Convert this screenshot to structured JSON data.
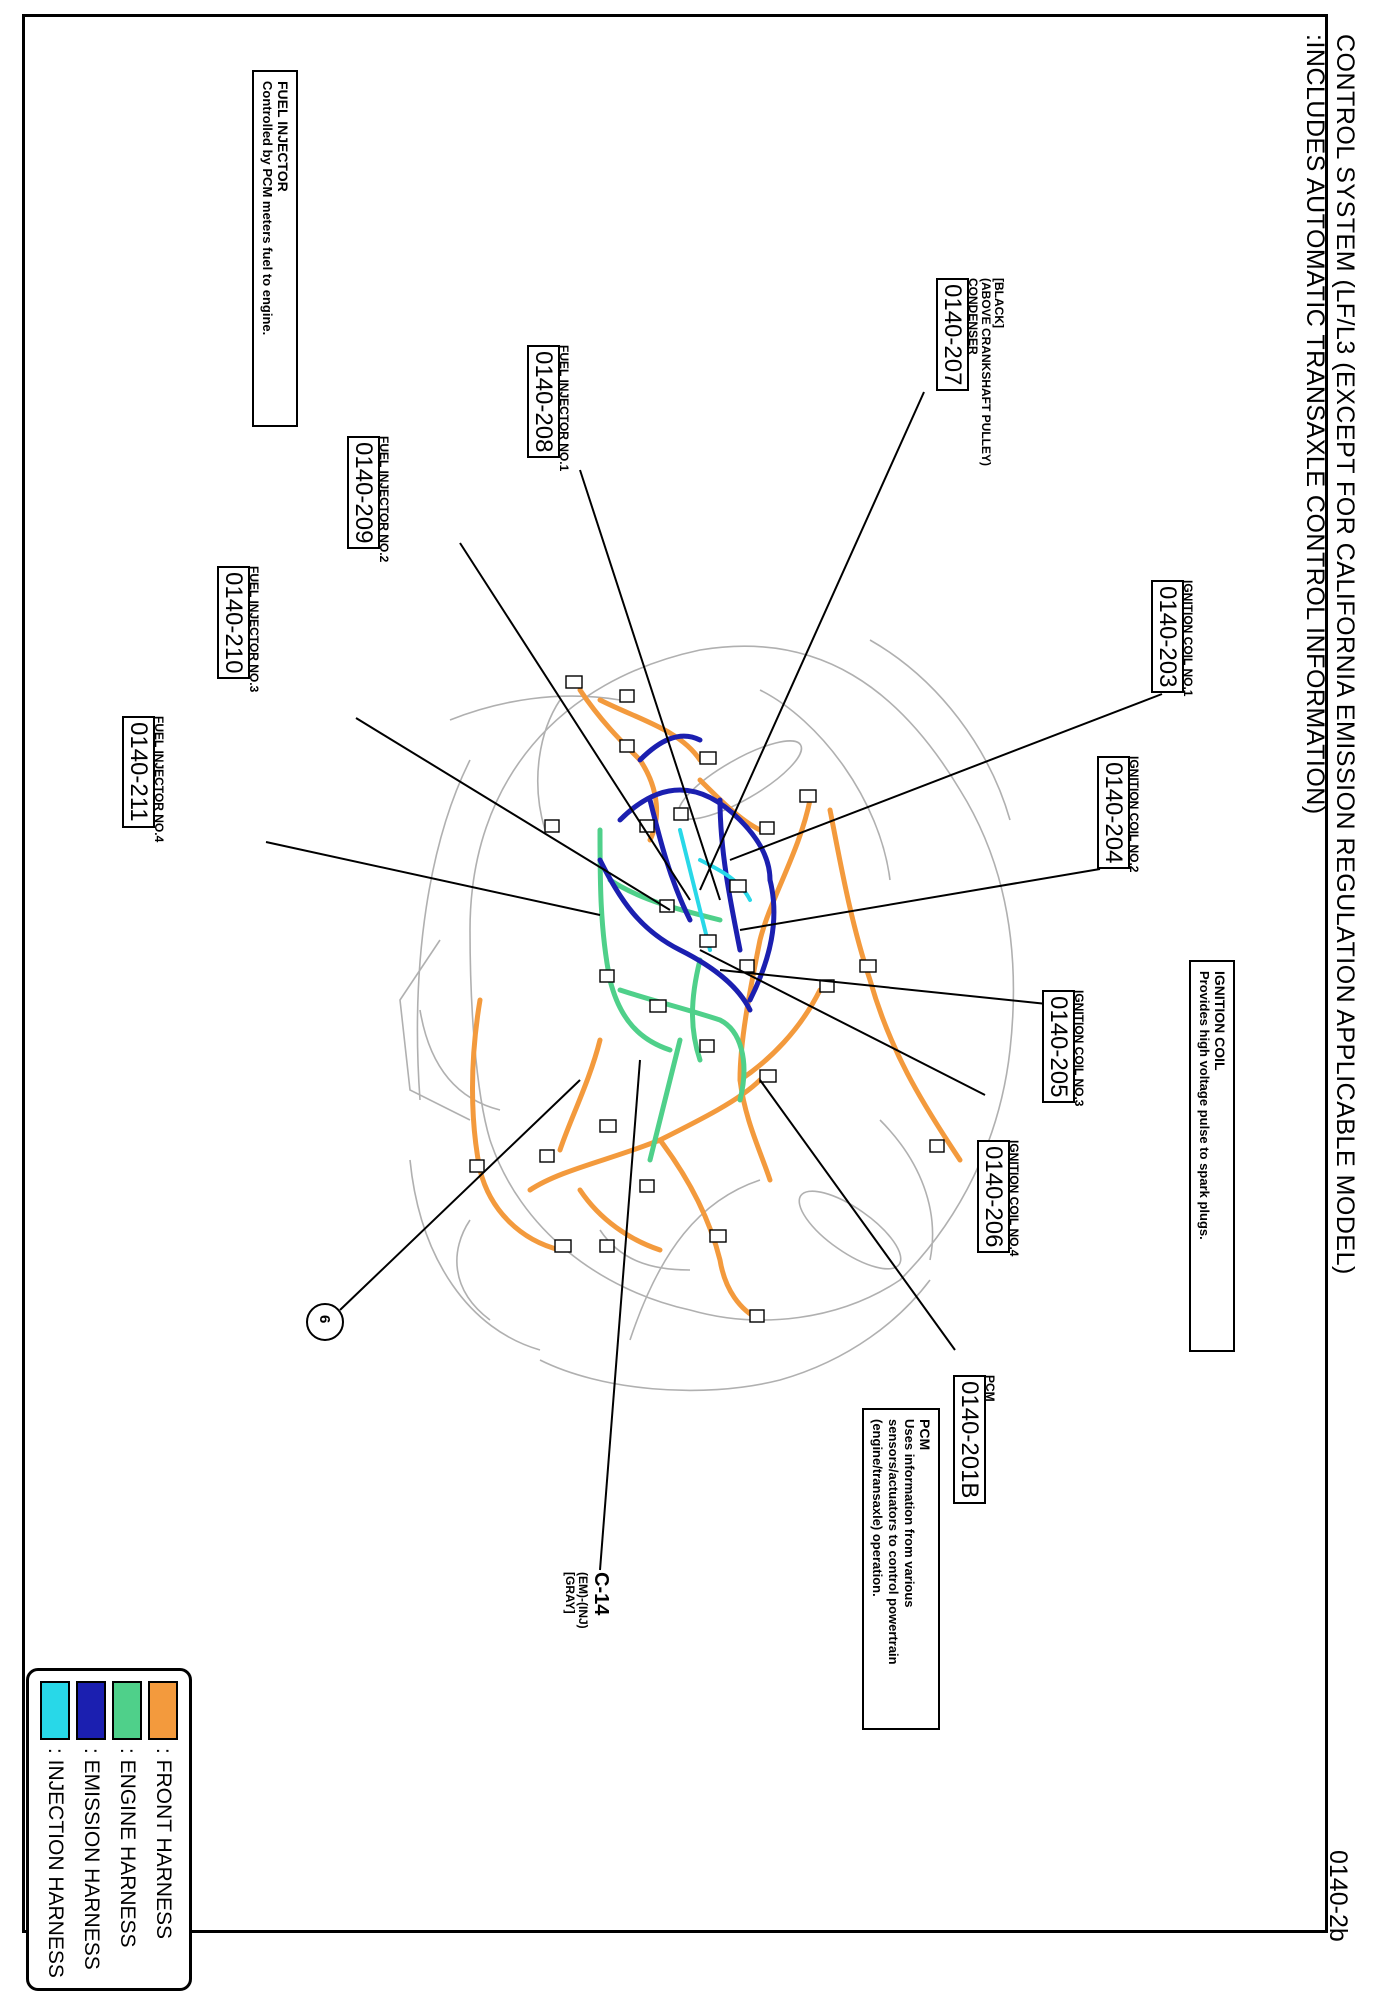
{
  "page_id": "0140-2b",
  "title": {
    "line1": "CONTROL SYSTEM (LF/L3 (EXCEPT FOR CALIFORNIA EMISSION REGULATION APPLICABLE MODEL)",
    "line2": ":INCLUDES AUTOMATIC TRANSAXLE CONTROL INFORMATION)"
  },
  "info_boxes": {
    "fuel_injector": {
      "title": "FUEL INJECTOR",
      "text": "Controlled by PCM meters fuel to engine."
    },
    "ignition_coil": {
      "title": "IGNITION COIL",
      "text": "Provides high voltage pulse to spark plugs."
    },
    "pcm": {
      "title": "PCM",
      "lines": [
        "Uses information from various",
        "sensors/actuators to control powertrain",
        "(engine/transaxle) operation."
      ]
    }
  },
  "callouts": {
    "c207": {
      "code": "0140-207",
      "lines": [
        "[BLACK]",
        "(ABOVE CRANKSHAFT PULLEY)",
        "CONDENSER"
      ]
    },
    "c208": {
      "code": "0140-208",
      "label": "FUEL INJECTOR NO.1"
    },
    "c209": {
      "code": "0140-209",
      "label": "FUEL INJECTOR NO.2"
    },
    "c210": {
      "code": "0140-210",
      "label": "FUEL INJECTOR NO.3"
    },
    "c211": {
      "code": "0140-211",
      "label": "FUEL INJECTOR NO.4"
    },
    "c203": {
      "code": "0140-203",
      "label": "IGNITION COIL NO.1"
    },
    "c204": {
      "code": "0140-204",
      "label": "IGNITION COIL NO.2"
    },
    "c205": {
      "code": "0140-205",
      "label": "IGNITION COIL NO.3"
    },
    "c206": {
      "code": "0140-206",
      "label": "IGNITION COIL NO.4"
    },
    "c201": {
      "code": "0140-201B",
      "label": "PCM"
    }
  },
  "connector_c14": {
    "code": "C-14",
    "line1": "(EM)-(INJ)",
    "line2": "[GRAY]"
  },
  "ref_circle": "6",
  "legend": [
    {
      "color": "#f39a3d",
      "label": ": FRONT HARNESS"
    },
    {
      "color": "#4fd08a",
      "label": ": ENGINE HARNESS"
    },
    {
      "color": "#1b1fb0",
      "label": ": EMISSION HARNESS"
    },
    {
      "color": "#28d8e8",
      "label": ": INJECTION HARNESS"
    }
  ]
}
